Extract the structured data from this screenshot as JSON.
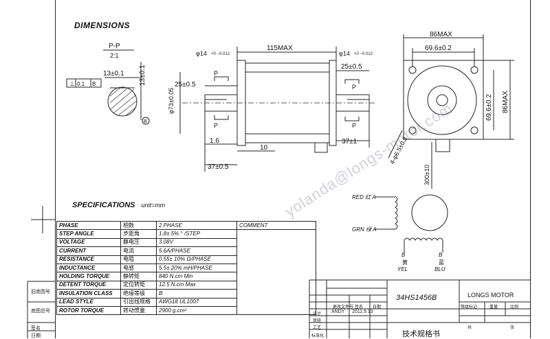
{
  "drawing": {
    "dimensions_title": "DIMENSIONS",
    "section_label": "P-P",
    "section_scale": "2:1",
    "flatness_tol": "0.1",
    "flatness_datum": "B",
    "dims": {
      "shaft_dia_left": "φ14",
      "shaft_tol_left": "+0 −0.012",
      "body_length": "115MAX",
      "shaft_dia_right": "φ14",
      "shaft_tol_right": "+0 −0.012",
      "key_width": "13±0.1",
      "key_depth": "13±0.1",
      "pilot_dia": "φ73±0.05",
      "shaft_len_left": "25±0.5",
      "shaft_len_right": "25±0.5",
      "pilot_depth": "1.6",
      "flange_thk": "10",
      "front_shaft_total": "37±0.5",
      "rear_shaft_total": "37±1",
      "flange_size": "86MAX",
      "hole_pitch_h": "69.6±0.2",
      "hole_pitch_v": "69.6±0.2",
      "flange_size_v": "86MAX",
      "mount_holes": "4-φ6.5±0.3",
      "lead_length": "300±10",
      "section_mark": "P",
      "datum_mark": "B"
    }
  },
  "wiring": {
    "red": "RED 红 A",
    "green": "GRN 绿 A",
    "b_yel_top": "B",
    "b_yel_cn": "黄",
    "b_yel_en": "YEL",
    "b_blu_top": "B",
    "b_blu_cn": "蓝",
    "b_blu_en": "BLU"
  },
  "spec": {
    "title": "SPECIFICATIONS",
    "unit": "unit=mm",
    "comment_header": "COMMENT",
    "rows": [
      {
        "en": "PHASE",
        "cn": "相数",
        "val": "2  PHASE"
      },
      {
        "en": "STEP ANGLE",
        "cn": "步距角",
        "val": "1.8± 5% ° /STEP"
      },
      {
        "en": "VOLTAGE",
        "cn": "静电压",
        "val": "3.08V"
      },
      {
        "en": "CURRENT",
        "cn": "电流",
        "val": "5.6A/PHASE"
      },
      {
        "en": "RESISTANCE",
        "cn": "电阻",
        "val": "0.55± 10%  Ω/PHASE"
      },
      {
        "en": "INDUCTANCE",
        "cn": "电感",
        "val": "5.5± 20% mH/PHASE"
      },
      {
        "en": "HOLDING TORQUE",
        "cn": "静转矩",
        "val": "840  N.cm Min"
      },
      {
        "en": "DETENT TORQUE",
        "cn": "定位转矩",
        "val": "12.5 N.cm Max"
      },
      {
        "en": "INSULATION CLASS",
        "cn": "绝缘等级",
        "val": "B"
      },
      {
        "en": "LEAD STYLE",
        "cn": "引出线规格",
        "val": "AWG18 UL1007"
      },
      {
        "en": "ROTOR TORQUE",
        "cn": "转动惯量",
        "val": "2900 g.cm²"
      }
    ]
  },
  "sidebar": {
    "l1": "旧底图号",
    "l2": "底图总号",
    "l3": "签名",
    "l4": "日期"
  },
  "titleblock": {
    "model": "34HS1456B",
    "company": "LONGS MOTOR",
    "book": "技术规格书",
    "change": "更改文件号",
    "sign": "签名",
    "date_label": "日期",
    "design": "设计",
    "designer": "ANDY",
    "design_date": "2011.9.13",
    "review": "审核",
    "craft": "工艺",
    "standard": "标准化",
    "stage": "等级标记",
    "weight": "重量",
    "ratio": "比例",
    "sheet_total": "共",
    "sheet_no": "张"
  },
  "watermark": "yolanda@longs-motor.com"
}
